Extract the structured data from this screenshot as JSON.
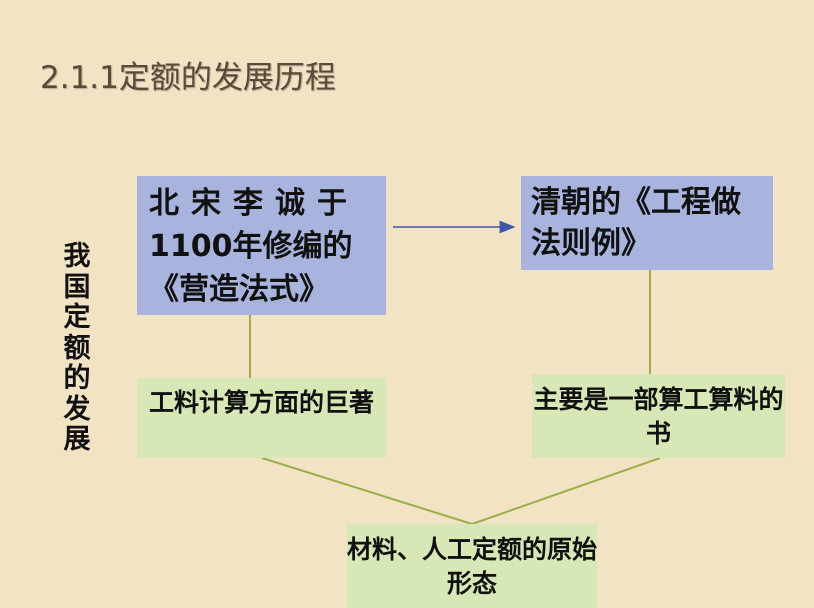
{
  "title": "2.1.1定额的发展历程",
  "side_label": "我国定额的发展",
  "nodes": {
    "song": {
      "line1": "北宋李诚于",
      "line2": "1100年修编的",
      "line3": "《营造法式》"
    },
    "qing": "清朝的《工程做法则例》",
    "song_note": "工料计算方面的巨著",
    "qing_note": "主要是一部算工算料的书",
    "origin": "材料、人工定额的原始形态"
  },
  "colors": {
    "background": "#f1e3c4",
    "blue_box": "#a8b4de",
    "green_box": "#d8e7b6",
    "connector": "#9aaf4a",
    "arrow": "#3f57a6"
  }
}
